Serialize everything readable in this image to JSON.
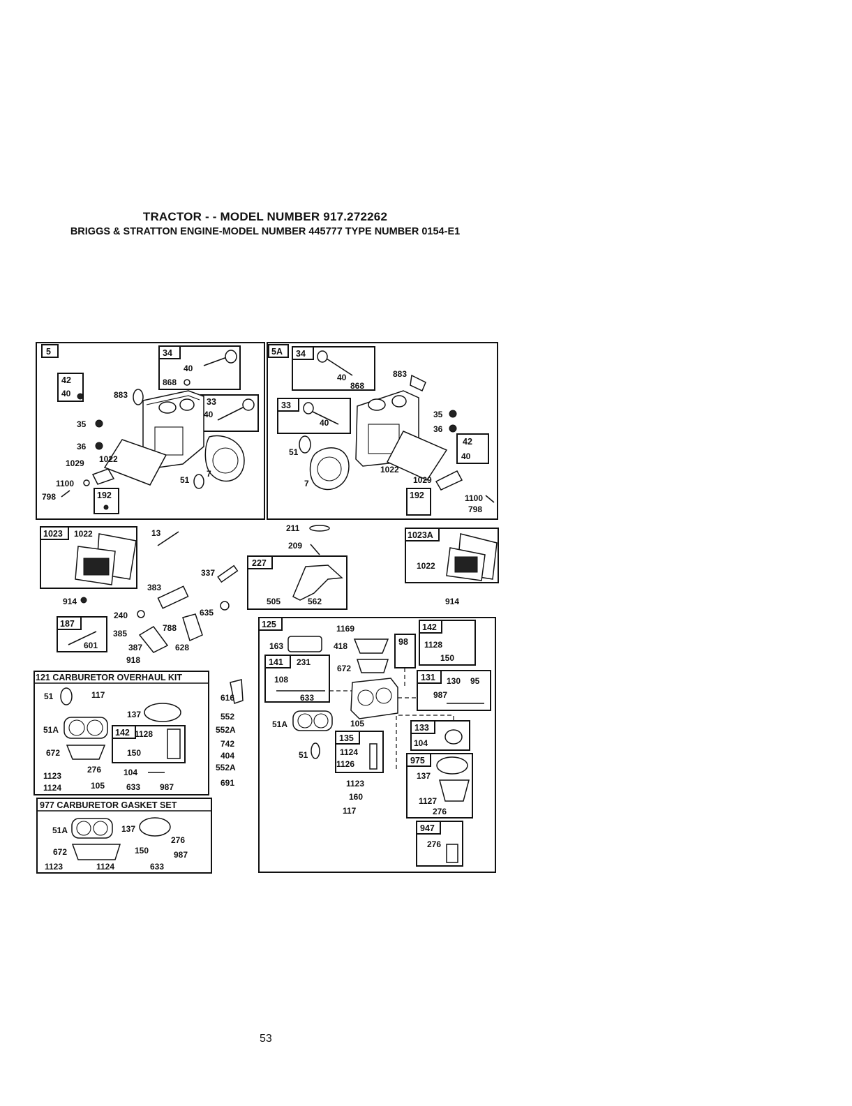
{
  "header": {
    "title_line1": "TRACTOR - - MODEL NUMBER 917.272262",
    "title_line2": "BRIGGS & STRATTON ENGINE-MODEL NUMBER 445777 TYPE NUMBER 0154-E1"
  },
  "footer": {
    "page_number": "53"
  },
  "colors": {
    "ink": "#111111",
    "paper": "#ffffff"
  },
  "callouts": {
    "k5": "5",
    "k34a": "34",
    "k33a": "33",
    "k42a": "42",
    "k192a": "192",
    "p40a": "40",
    "p868a": "868",
    "p40b": "40",
    "p40c": "40",
    "p883a": "883",
    "p35a": "35",
    "p36a": "36",
    "p1029a": "1029",
    "p1022a": "1022",
    "p7a": "7",
    "p51a": "51",
    "p1100a": "1100",
    "p798a": "798",
    "k5A": "5A",
    "k34b": "34",
    "k33b": "33",
    "k42b": "42",
    "k192b": "192",
    "p40d": "40",
    "p868b": "868",
    "p883b": "883",
    "p40e": "40",
    "p35b": "35",
    "p36b": "36",
    "p40f": "40",
    "p51b": "51",
    "p7b": "7",
    "p1022b": "1022",
    "p1029b": "1029",
    "p1100b": "1100",
    "p798b": "798",
    "k1023": "1023",
    "p1022c": "1022",
    "p914a": "914",
    "p13": "13",
    "p211": "211",
    "p209": "209",
    "k227": "227",
    "p505": "505",
    "p562": "562",
    "k1023A": "1023A",
    "p1022d": "1022",
    "p914b": "914",
    "p337": "337",
    "p383": "383",
    "p635": "635",
    "p240": "240",
    "p788": "788",
    "k187": "187",
    "p601": "601",
    "p385": "385",
    "p387": "387",
    "p628": "628",
    "p918": "918",
    "p616": "616",
    "p552": "552",
    "p552A1": "552A",
    "p742": "742",
    "p404": "404",
    "p552A2": "552A",
    "p691": "691",
    "k125": "125",
    "p163": "163",
    "p1169": "1169",
    "p418": "418",
    "k98": "98",
    "k142b": "142",
    "p1128b": "1128",
    "p150b": "150",
    "k141": "141",
    "p231": "231",
    "p108": "108",
    "p633b": "633",
    "p672b": "672",
    "k131": "131",
    "p130": "130",
    "p95": "95",
    "p987b": "987",
    "p51Ab": "51A",
    "p105b": "105",
    "k133": "133",
    "p104b": "104",
    "k135": "135",
    "p51c": "51",
    "p1124": "1124",
    "p1126": "1126",
    "k975": "975",
    "p137b": "137",
    "p1123b": "1123",
    "p160": "160",
    "p117b": "117",
    "p1127": "1127",
    "p276b": "276",
    "k947": "947",
    "p276c": "276",
    "p51d": "51",
    "p117a": "117",
    "p137a": "137",
    "p51Aa": "51A",
    "k142a": "142",
    "p1128a": "1128",
    "p150a": "150",
    "p672a": "672",
    "p1123a": "1123",
    "p276a": "276",
    "p104a": "104",
    "p1124a": "1124",
    "p105a": "105",
    "p633a": "633",
    "p987a": "987",
    "p51Ac": "51A",
    "p137c": "137",
    "p276d": "276",
    "p672c": "672",
    "p150c": "150",
    "p987c": "987",
    "p1123c": "1123",
    "p1124c": "1124",
    "p633c": "633"
  },
  "kits": {
    "carburetor_overhaul": "121 CARBURETOR OVERHAUL KIT",
    "carburetor_gasket": "977 CARBURETOR GASKET SET"
  }
}
